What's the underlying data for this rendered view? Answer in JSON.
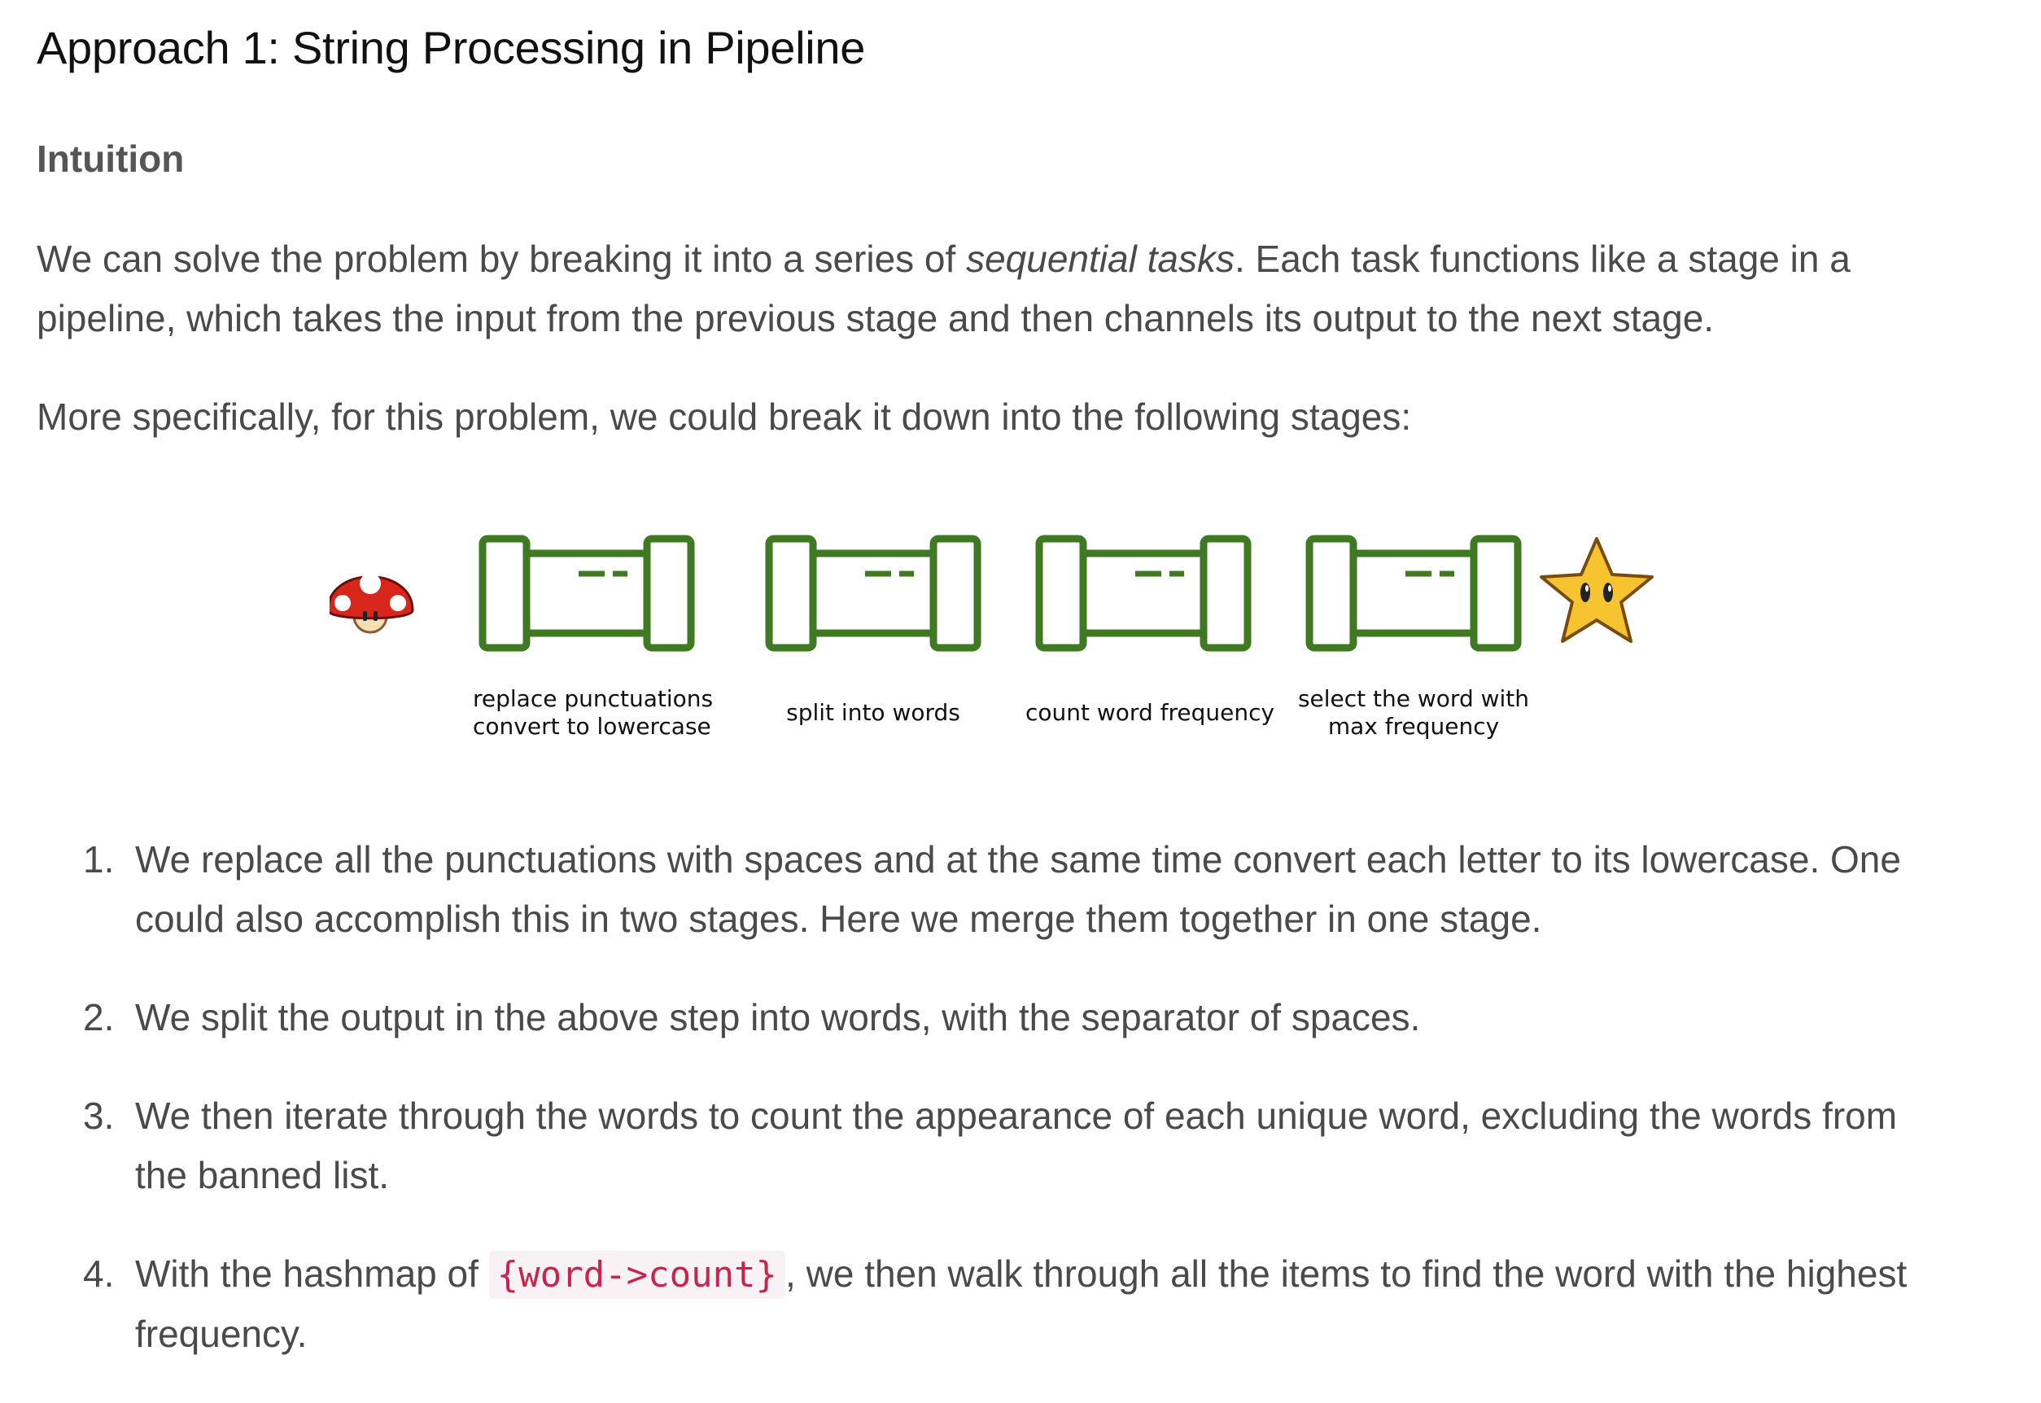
{
  "title": "Approach 1: String Processing in Pipeline",
  "section_heading": "Intuition",
  "para1": {
    "before": "We can solve the problem by breaking it into a series of ",
    "emphasis": "sequential tasks",
    "after": ". Each task functions like a stage in a pipeline, which takes the input from the previous stage and then channels its output to the next stage."
  },
  "para2": "More specifically, for this problem, we could break it down into the following stages:",
  "diagram": {
    "stages": [
      {
        "line1": "replace punctuations",
        "line2": "convert to lowercase"
      },
      {
        "line1": "split into words",
        "line2": ""
      },
      {
        "line1": "count word frequency",
        "line2": ""
      },
      {
        "line1": "select the word with",
        "line2": "max frequency"
      }
    ],
    "icons": [
      "mushroom-icon",
      "star-icon"
    ],
    "pipe_color": "#3f7a23"
  },
  "steps": [
    {
      "num": "1.",
      "text": "We replace all the punctuations with spaces and at the same time convert each letter to its lowercase. One could also accomplish this in two stages. Here we merge them together in one stage."
    },
    {
      "num": "2.",
      "text": "We split the output in the above step into words, with the separator of spaces."
    },
    {
      "num": "3.",
      "text": "We then iterate through the words to count the appearance of each unique word, excluding the words from the banned list."
    },
    {
      "num": "4.",
      "before": "With the hashmap of ",
      "code": "{word->count}",
      "after": ", we then walk through all the items to find the word with the highest frequency."
    }
  ]
}
